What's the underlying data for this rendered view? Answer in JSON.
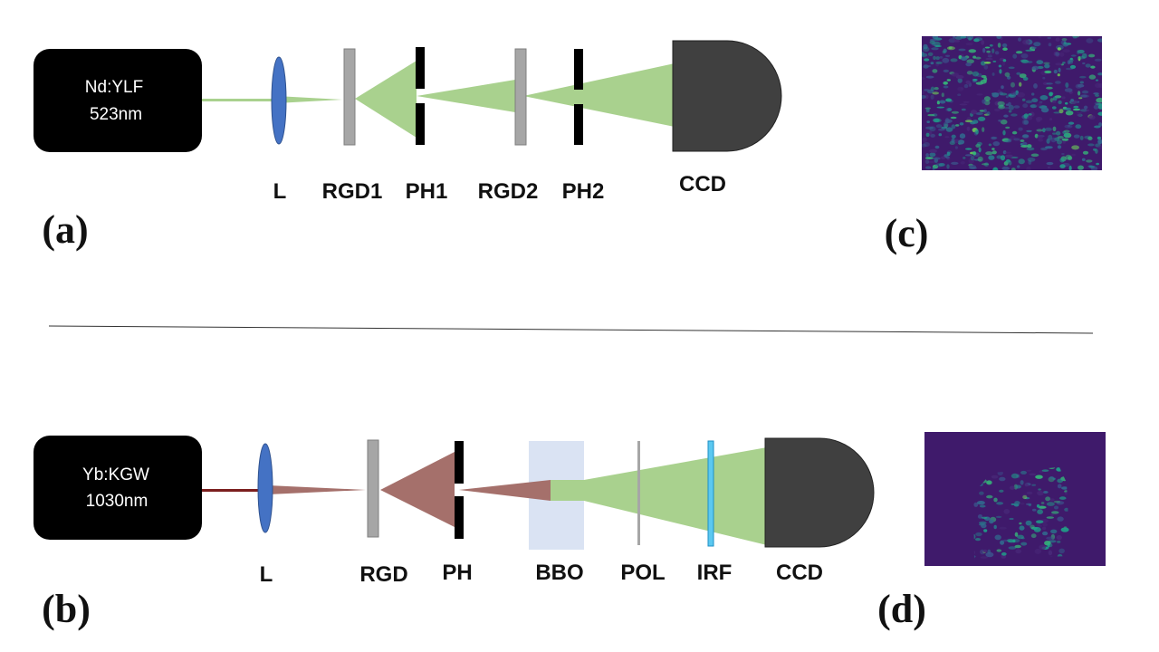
{
  "colors": {
    "laser_box": "#000000",
    "lens": "#4472c4",
    "grating": "#a6a6a6",
    "pinhole": "#000000",
    "green_beam": "#a9d18e",
    "ir_beam": "#a5706b",
    "ir_beam_line": "#7b1e1e",
    "crystal": "#dae3f3",
    "polarizer": "#a6a6a6",
    "filter": "#5bc8f0",
    "detector": "#404040",
    "speckle_bg": "#3f1a6b"
  },
  "panels": {
    "a": "(a)",
    "b": "(b)",
    "c": "(c)",
    "d": "(d)"
  },
  "setup_a": {
    "laser_line1": "Nd:YLF",
    "laser_line2": "523nm",
    "lens": "L",
    "grating1": "RGD1",
    "pinhole1": "PH1",
    "grating2": "RGD2",
    "pinhole2": "PH2",
    "detector": "CCD"
  },
  "setup_b": {
    "laser_line1": "Yb:KGW",
    "laser_line2": "1030nm",
    "lens": "L",
    "grating": "RGD",
    "pinhole": "PH",
    "crystal": "BBO",
    "polarizer": "POL",
    "filter": "IRF",
    "detector": "CCD"
  },
  "images": {
    "c": "speckle-pattern-green",
    "d": "speckle-pattern-second-harmonic"
  }
}
